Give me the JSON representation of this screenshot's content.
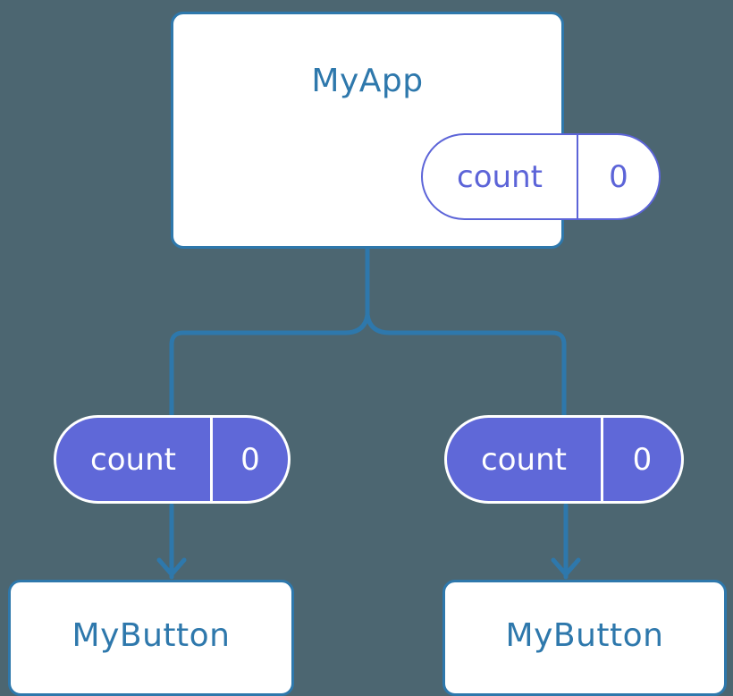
{
  "diagram": {
    "title": "react-component-state-tree",
    "background_color": "#4c6671",
    "accent_blue": "#2e78ac",
    "accent_purple": "#5f68d8",
    "white": "#ffffff"
  },
  "root": {
    "name": "MyApp",
    "state": {
      "key": "count",
      "value": "0"
    }
  },
  "branches": [
    {
      "state": {
        "key": "count",
        "value": "0"
      },
      "child": {
        "name": "MyButton"
      }
    },
    {
      "state": {
        "key": "count",
        "value": "0"
      },
      "child": {
        "name": "MyButton"
      }
    }
  ],
  "connectors": {
    "trunk_color": "#2e78ac",
    "arrow_color": "#2e78ac",
    "style": "rounded-elbow-tree"
  }
}
